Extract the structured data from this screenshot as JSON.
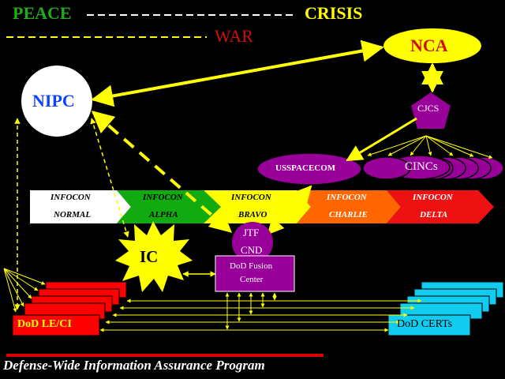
{
  "legend": {
    "peace": "PEACE",
    "crisis": "CRISIS",
    "war": "WAR",
    "peace_color": "#22aa22",
    "crisis_color": "#ffff00",
    "war_color": "#cc1111"
  },
  "nodes": {
    "nca": "NCA",
    "nipc": "NIPC",
    "cjcs": "CJCS",
    "usspacecom": "USSPACECOM",
    "cincs": "CINCs",
    "ic": "IC",
    "jtf_line1": "JTF",
    "jtf_line2": "CND",
    "fusion_line1": "DoD Fusion",
    "fusion_line2": "Center",
    "le_ci": "DoD LE/CI",
    "certs": "DoD CERTs"
  },
  "infocon": [
    {
      "line1": "INFOCON",
      "line2": "NORMAL",
      "fill": "#ffffff",
      "text": "#000000"
    },
    {
      "line1": "INFOCON",
      "line2": "ALPHA",
      "fill": "#11aa11",
      "text": "#000000"
    },
    {
      "line1": "INFOCON",
      "line2": "BRAVO",
      "fill": "#ffff00",
      "text": "#000000"
    },
    {
      "line1": "INFOCON",
      "line2": "CHARLIE",
      "fill": "#ff6600",
      "text": "#ffffff"
    },
    {
      "line1": "INFOCON",
      "line2": "DELTA",
      "fill": "#ee1111",
      "text": "#ffffff"
    }
  ],
  "footer": "Defense-Wide Information Assurance Program",
  "colors": {
    "nca_fill": "#ffff00",
    "nca_text": "#cc1111",
    "nipc_text": "#1144ff",
    "purple": "#990099",
    "ic_fill": "#ffff00",
    "le_fill": "#ff0000",
    "le_text": "#ffff00",
    "certs_fill": "#11ccee",
    "arrow": "#ffff00",
    "red_bar": "#dd0000"
  }
}
